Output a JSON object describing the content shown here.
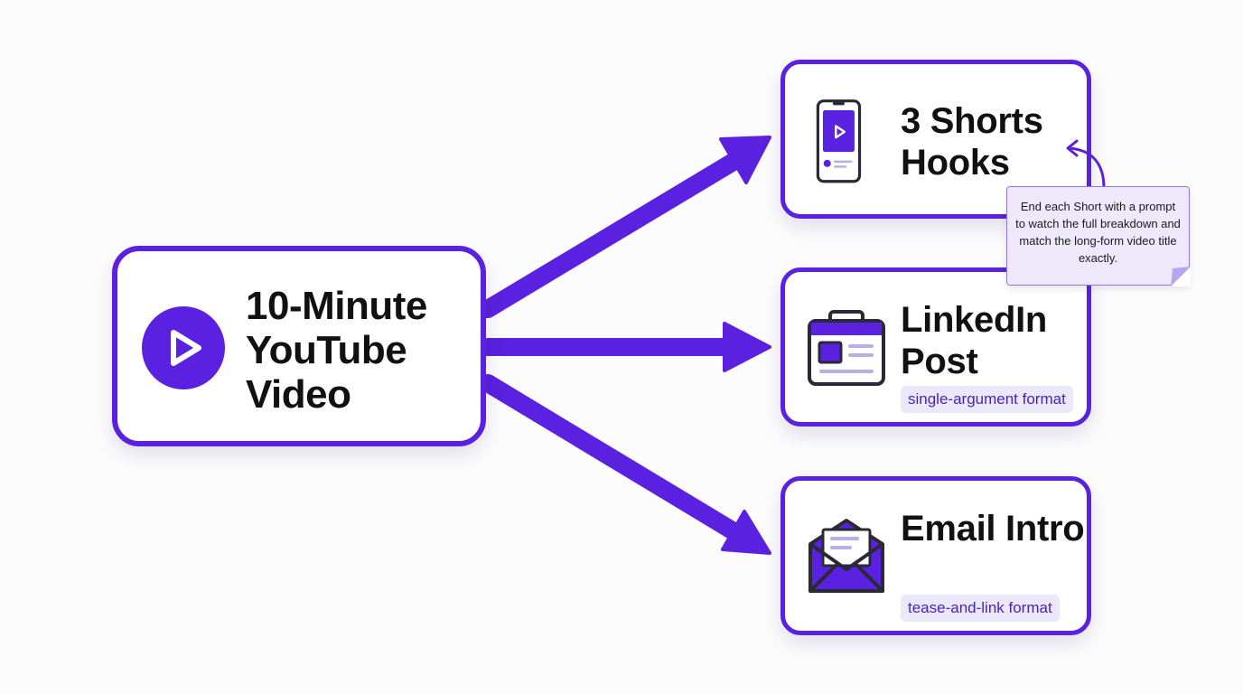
{
  "colors": {
    "accent": "#5b21e0",
    "pill_background": "#ece8fb",
    "note_background": "#ede9fb",
    "text": "#111111"
  },
  "source": {
    "title": "10-Minute YouTube Video",
    "icon": "play-circle-icon"
  },
  "outputs": [
    {
      "title": "3 Shorts Hooks",
      "icon": "smartphone-video-icon",
      "format": ""
    },
    {
      "title": "LinkedIn Post",
      "icon": "briefcase-article-icon",
      "format": "single-argument format"
    },
    {
      "title": "Email Intro",
      "icon": "envelope-letter-icon",
      "format": "tease-and-link format"
    }
  ],
  "note": {
    "text": "End each Short with a prompt to watch the full breakdown and match the long-form video title exactly."
  }
}
